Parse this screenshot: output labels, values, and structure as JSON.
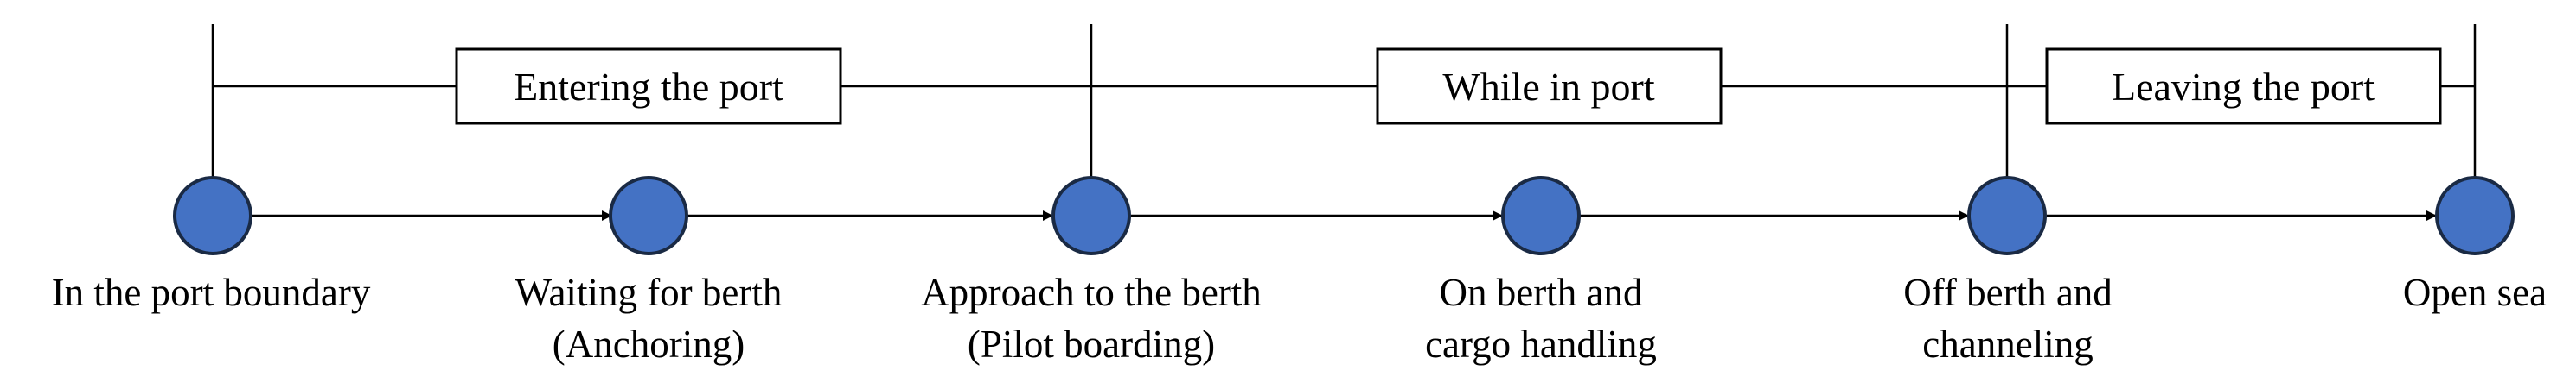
{
  "colors": {
    "node_fill": "#4472c4",
    "node_stroke": "#1a2a44",
    "line": "#000000"
  },
  "phases": [
    {
      "label": "Entering the port"
    },
    {
      "label": "While in port"
    },
    {
      "label": "Leaving the port"
    }
  ],
  "stages": [
    {
      "line1": "In the port boundary",
      "line2": ""
    },
    {
      "line1": "Waiting for berth",
      "line2": "(Anchoring)"
    },
    {
      "line1": "Approach to the berth",
      "line2": "(Pilot boarding)"
    },
    {
      "line1": "On berth and",
      "line2": "cargo handling"
    },
    {
      "line1": "Off berth and",
      "line2": "channeling"
    },
    {
      "line1": "Open sea",
      "line2": ""
    }
  ]
}
